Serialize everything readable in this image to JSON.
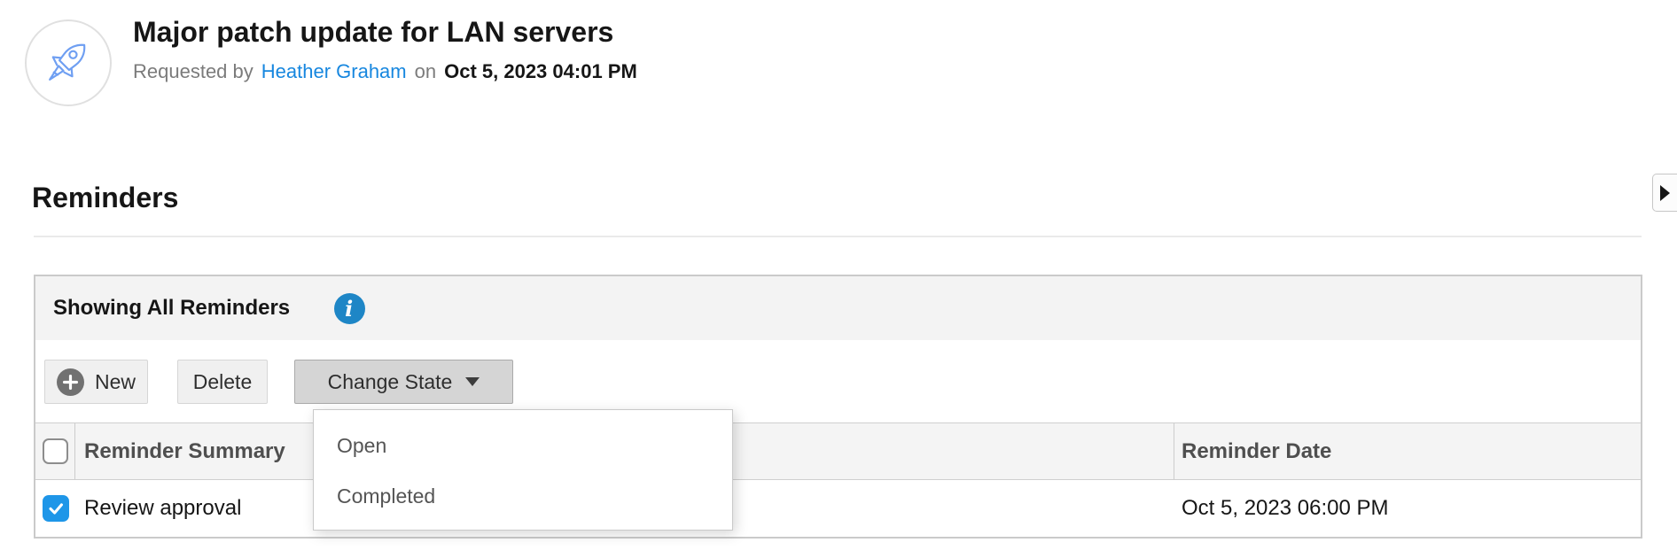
{
  "header": {
    "avatar_icon": "rocket-icon",
    "title": "Major patch update for LAN servers",
    "requested_by_label": "Requested by",
    "requester_name": "Heather Graham",
    "on_label": "on",
    "requested_datetime": "Oct 5, 2023 04:01 PM"
  },
  "reminders_section": {
    "heading": "Reminders",
    "side_panel_toggle_icon": "expand-right-icon"
  },
  "reminders_panel": {
    "header": {
      "title": "Showing All Reminders",
      "info_icon": "info-icon"
    },
    "toolbar": {
      "new_button": "New",
      "delete_button": "Delete",
      "change_state_button": "Change State"
    },
    "change_state_menu": {
      "open": true,
      "items": [
        {
          "label": "Open"
        },
        {
          "label": "Completed"
        }
      ]
    },
    "table": {
      "select_all_checked": false,
      "columns": [
        {
          "label": "Reminder Summary"
        },
        {
          "label": "Reminder Date"
        }
      ],
      "rows": [
        {
          "checked": true,
          "summary": "Review approval",
          "reminder_date": "Oct 5, 2023 06:00 PM"
        }
      ]
    }
  },
  "colors": {
    "link_blue": "#1787df",
    "info_icon_blue": "#1e86c6",
    "checkbox_blue": "#1e96e8",
    "rocket_blue": "#6f9ff2",
    "panel_header_gray": "#f3f3f3",
    "pressed_button_gray": "#d5d5d5"
  }
}
